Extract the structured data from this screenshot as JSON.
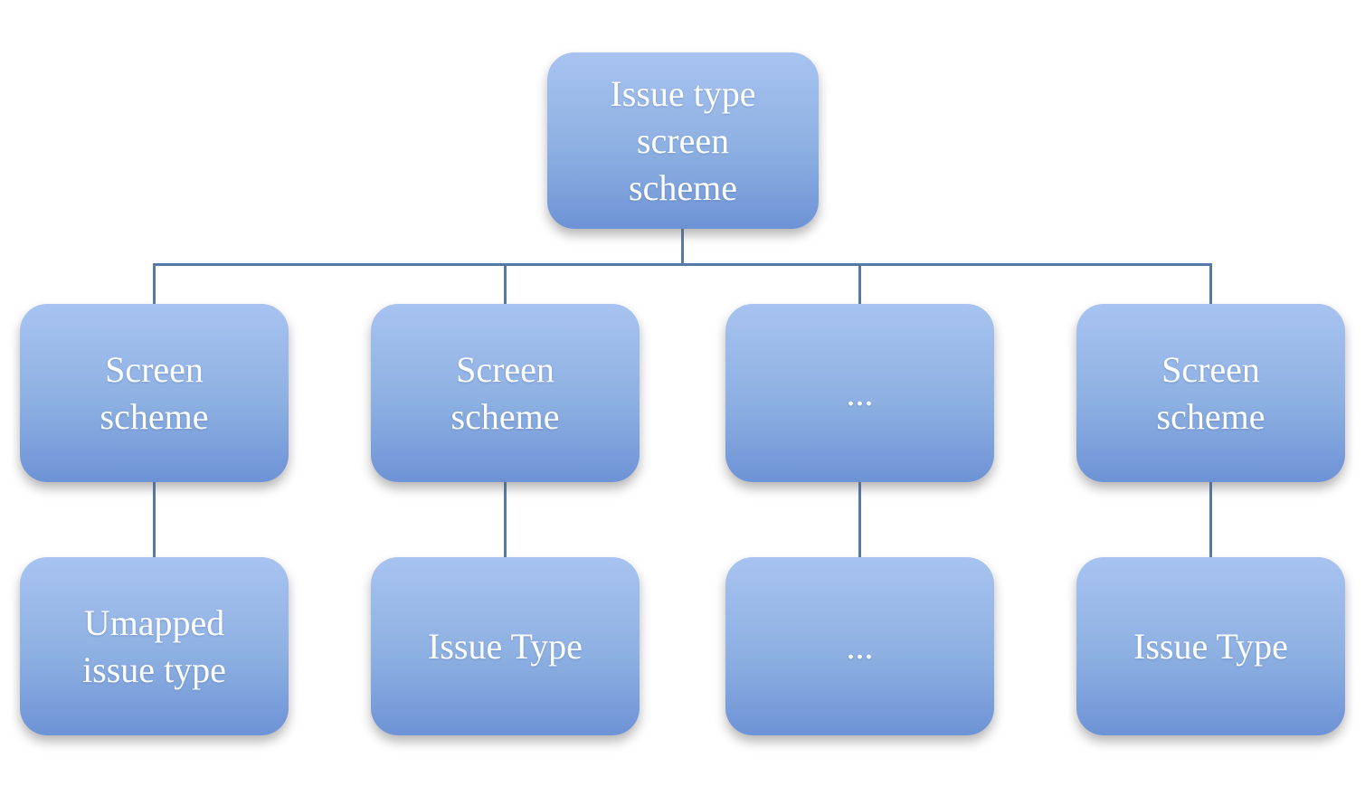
{
  "diagram": {
    "root": {
      "label": "Issue type screen scheme"
    },
    "level2": [
      {
        "label": "Screen scheme"
      },
      {
        "label": "Screen scheme"
      },
      {
        "label": "..."
      },
      {
        "label": "Screen scheme"
      }
    ],
    "level3": [
      {
        "label": "Umapped issue type"
      },
      {
        "label": "Issue Type"
      },
      {
        "label": "..."
      },
      {
        "label": "Issue Type"
      }
    ],
    "colors": {
      "background": "#ffffff",
      "box_gradient_top": "#a8c3f0",
      "box_gradient_bottom": "#6e93d5",
      "connector": "#567aa7",
      "text": "#ffffff"
    }
  }
}
